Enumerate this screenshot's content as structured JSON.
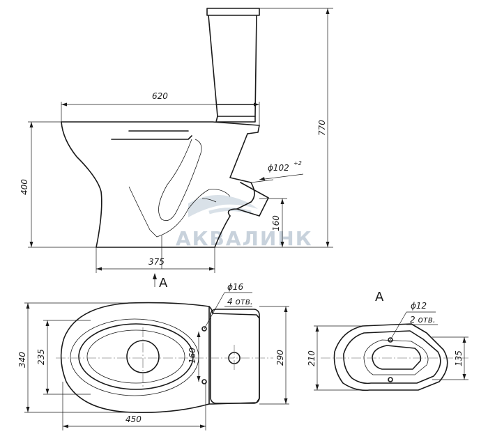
{
  "watermark": {
    "text": "АКВАЛИНК",
    "color": "#c8d2dc"
  },
  "side_view": {
    "dim_width": "620",
    "dim_height": "400",
    "dim_total_height": "770",
    "dim_base": "375",
    "dim_outlet_diameter": "ϕ102",
    "dim_outlet_tol": "+2",
    "dim_outlet_height": "160",
    "view_marker": "A"
  },
  "top_view": {
    "dim_hole": "ϕ16",
    "dim_hole_count": "4 отв.",
    "dim_bowl_width": "340",
    "dim_inner_width": "235",
    "dim_hole_spacing": "160",
    "dim_tank_width": "290",
    "dim_length": "450"
  },
  "view_a": {
    "title": "А",
    "dim_hole": "ϕ12",
    "dim_hole_count": "2 отв.",
    "dim_width": "210",
    "dim_inner": "135"
  }
}
